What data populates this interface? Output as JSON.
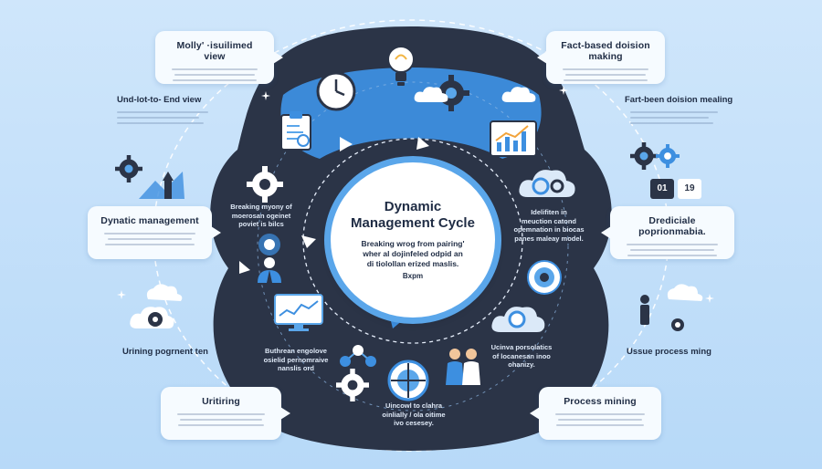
{
  "center": {
    "title_line1": "Dynamic",
    "title_line2": "Management Cycle",
    "sub_line1": "Breaking wrog from pairing'",
    "sub_line2": "wher al dojinfeled odpid an",
    "sub_line3": "di tiolollan erized maslis.",
    "tag": "Bxpm"
  },
  "cards": {
    "top_left": "Molly' ·isuilimed view",
    "top_right": "Fact-based doision making",
    "mid_left": "Dynatic management",
    "mid_right": "Drediciale poprionmabia.",
    "bot_left": "Uritiring",
    "bot_right": "Process mining"
  },
  "side_titles": {
    "left_upper": "Und-lot-to- End view",
    "right_upper": "Fart-been doision mealing",
    "left_lower": "Urining pogrnent ten",
    "right_lower": "Ussue process ming"
  },
  "dark_texts": {
    "left_upper_1": "Breaking myony of",
    "left_upper_2": "moerosan ogeinet",
    "left_upper_3": "poviet is bilcs",
    "right_upper_1": "Idelifiten in",
    "right_upper_2": "meuction catond",
    "right_upper_3": "opemnation in biocas",
    "right_upper_4": "panes maleay model.",
    "left_lower_1": "Buthrean engolove",
    "left_lower_2": "osielid pernomraive",
    "left_lower_3": "nanslis ord",
    "right_lower_1": "Ucinva porsolatics",
    "right_lower_2": "of locanesan inoo",
    "right_lower_3": "ohanizy.",
    "bottom_1": "Uincowl to clahra",
    "bottom_2": "oinlially / ola oitime",
    "bottom_3": "ivo cesesey."
  },
  "icon_labels": {
    "counter_a": "01",
    "counter_b": "19"
  },
  "icons": [
    "lightbulb-icon",
    "clock-icon",
    "gear-icon",
    "clipboard-icon",
    "chart-icon",
    "cloud-gear-icon",
    "people-icon",
    "target-icon",
    "monitor-icon"
  ],
  "colors": {
    "background": "#c5e0fa",
    "dark": "#2b3447",
    "accent": "#3d8fe0",
    "card": "#f6fbff"
  }
}
